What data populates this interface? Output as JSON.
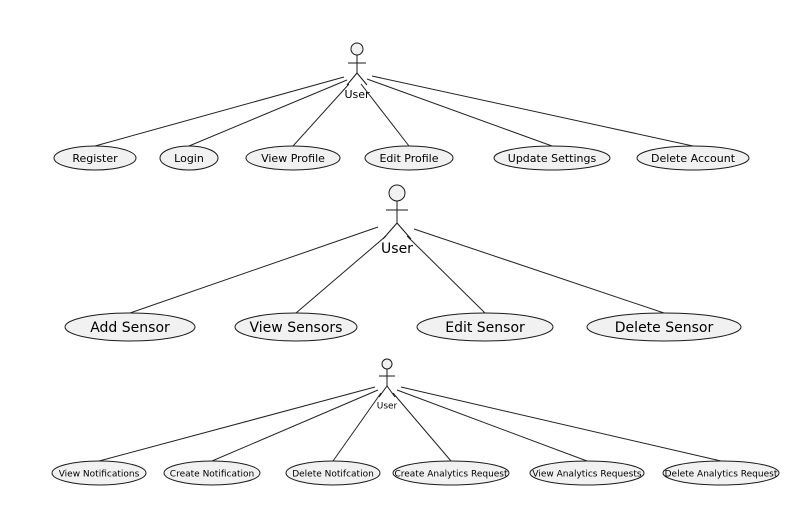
{
  "colors": {
    "background": "#ffffff",
    "shape_fill": "#f1f1f1",
    "stroke": "#1a1a1a",
    "text": "#000000"
  },
  "diagrams": [
    {
      "actor": {
        "label": "User"
      },
      "use_cases": [
        {
          "label": "Register"
        },
        {
          "label": "Login"
        },
        {
          "label": "View Profile"
        },
        {
          "label": "Edit Profile"
        },
        {
          "label": "Update Settings"
        },
        {
          "label": "Delete Account"
        }
      ]
    },
    {
      "actor": {
        "label": "User"
      },
      "use_cases": [
        {
          "label": "Add Sensor"
        },
        {
          "label": "View Sensors"
        },
        {
          "label": "Edit Sensor"
        },
        {
          "label": "Delete Sensor"
        }
      ]
    },
    {
      "actor": {
        "label": "User"
      },
      "use_cases": [
        {
          "label": "View Notifications"
        },
        {
          "label": "Create Notification"
        },
        {
          "label": "Delete Notifcation"
        },
        {
          "label": "Create Analytics Request"
        },
        {
          "label": "View Analytics Requests"
        },
        {
          "label": "Delete Analytics Request"
        }
      ]
    }
  ]
}
